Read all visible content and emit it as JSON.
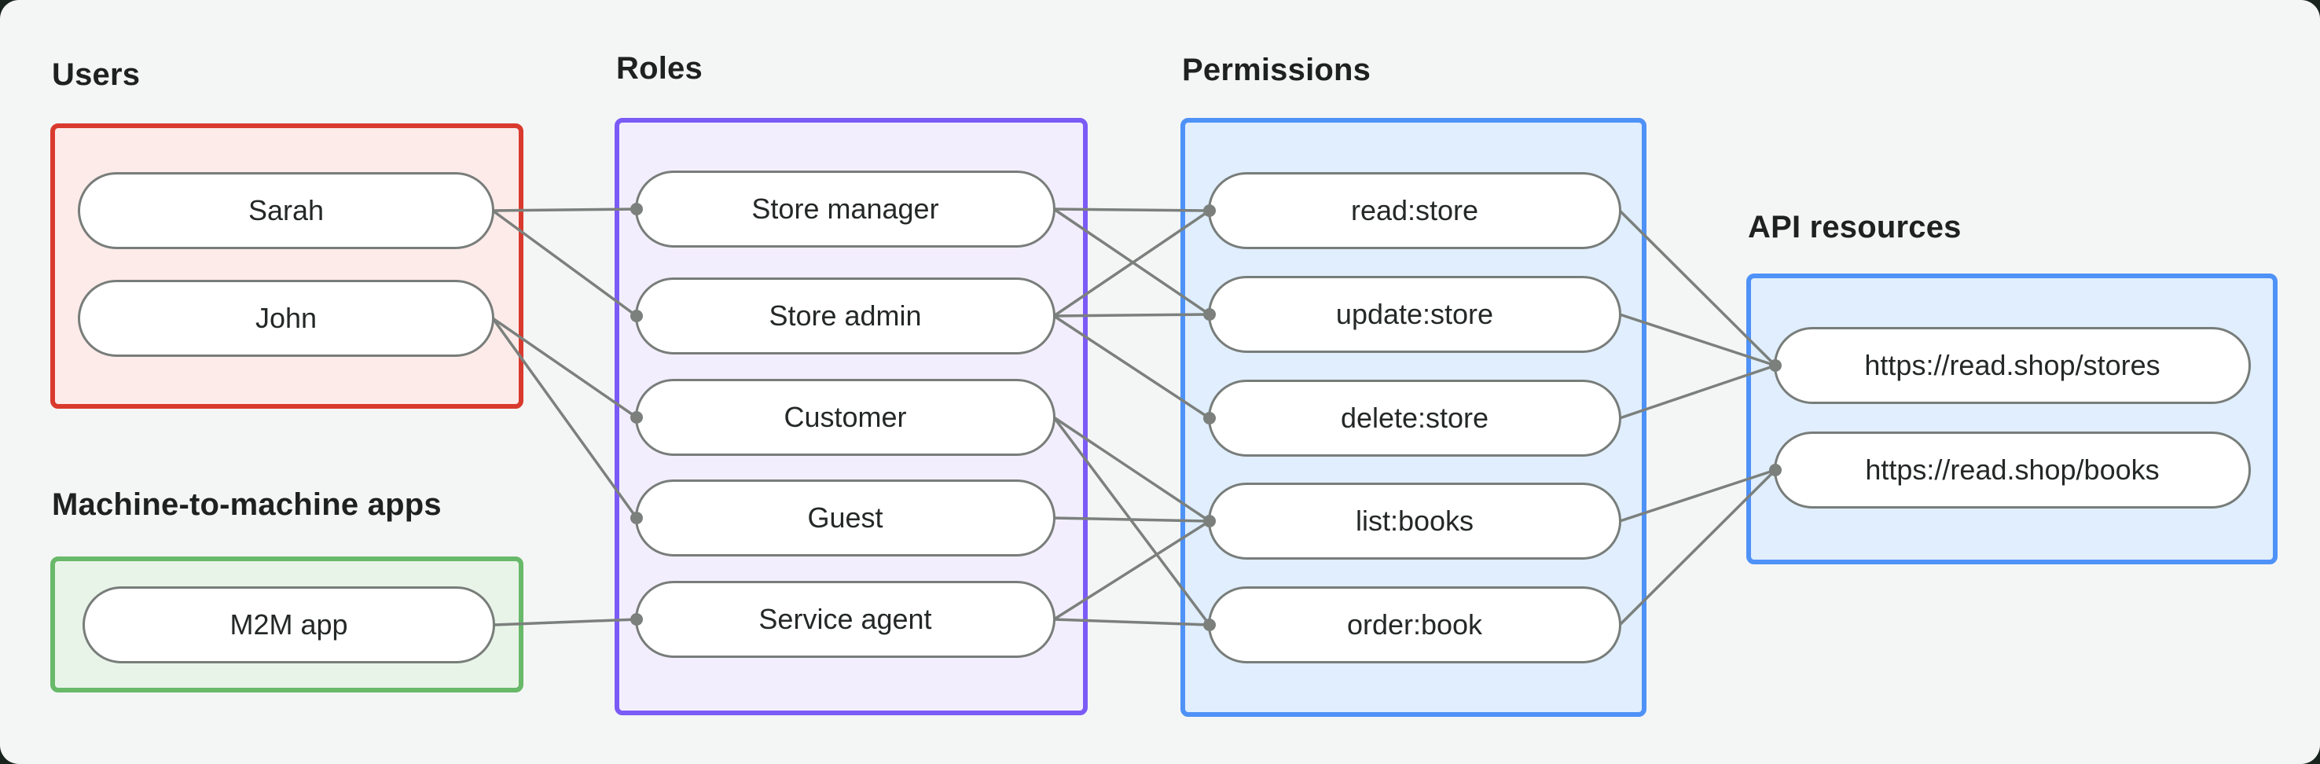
{
  "page": {
    "background": "#f4f6f5",
    "outer_background": "#1a241f",
    "text_color": "#1d211f"
  },
  "groups": [
    {
      "id": "users",
      "label": "Users",
      "border_color": "#d93a2e",
      "fill_color": "#fcebe9"
    },
    {
      "id": "m2m",
      "label": "Machine-to-machine apps",
      "border_color": "#68b969",
      "fill_color": "#e9f4e9"
    },
    {
      "id": "roles",
      "label": "Roles",
      "border_color": "#7b5bf6",
      "fill_color": "#f3eefd"
    },
    {
      "id": "permissions",
      "label": "Permissions",
      "border_color": "#4f92f7",
      "fill_color": "#e0eefd"
    },
    {
      "id": "api",
      "label": "API resources",
      "border_color": "#4f92f7",
      "fill_color": "#e0eefd"
    }
  ],
  "nodes": [
    {
      "id": "sarah",
      "label": "Sarah",
      "group": "users"
    },
    {
      "id": "john",
      "label": "John",
      "group": "users"
    },
    {
      "id": "m2m-app",
      "label": "M2M app",
      "group": "m2m"
    },
    {
      "id": "store-manager",
      "label": "Store manager",
      "group": "roles"
    },
    {
      "id": "store-admin",
      "label": "Store admin",
      "group": "roles"
    },
    {
      "id": "customer",
      "label": "Customer",
      "group": "roles"
    },
    {
      "id": "guest",
      "label": "Guest",
      "group": "roles"
    },
    {
      "id": "service-agent",
      "label": "Service agent",
      "group": "roles"
    },
    {
      "id": "read-store",
      "label": "read:store",
      "group": "permissions"
    },
    {
      "id": "update-store",
      "label": "update:store",
      "group": "permissions"
    },
    {
      "id": "delete-store",
      "label": "delete:store",
      "group": "permissions"
    },
    {
      "id": "list-books",
      "label": "list:books",
      "group": "permissions"
    },
    {
      "id": "order-book",
      "label": "order:book",
      "group": "permissions"
    },
    {
      "id": "stores-api",
      "label": "https://read.shop/stores",
      "group": "api"
    },
    {
      "id": "books-api",
      "label": "https://read.shop/books",
      "group": "api"
    }
  ],
  "edges": [
    [
      "sarah",
      "store-manager"
    ],
    [
      "sarah",
      "store-admin"
    ],
    [
      "john",
      "customer"
    ],
    [
      "john",
      "guest"
    ],
    [
      "m2m-app",
      "service-agent"
    ],
    [
      "store-manager",
      "read-store"
    ],
    [
      "store-manager",
      "update-store"
    ],
    [
      "store-admin",
      "read-store"
    ],
    [
      "store-admin",
      "update-store"
    ],
    [
      "store-admin",
      "delete-store"
    ],
    [
      "customer",
      "list-books"
    ],
    [
      "customer",
      "order-book"
    ],
    [
      "guest",
      "list-books"
    ],
    [
      "service-agent",
      "list-books"
    ],
    [
      "service-agent",
      "order-book"
    ],
    [
      "read-store",
      "stores-api"
    ],
    [
      "update-store",
      "stores-api"
    ],
    [
      "delete-store",
      "stores-api"
    ],
    [
      "list-books",
      "books-api"
    ],
    [
      "order-book",
      "books-api"
    ]
  ],
  "edge_style": {
    "line_color": "#7b807d",
    "line_width": 3.5,
    "dot_color": "#7b807d",
    "dot_radius": 8,
    "pill_border_color": "#787d7a"
  }
}
